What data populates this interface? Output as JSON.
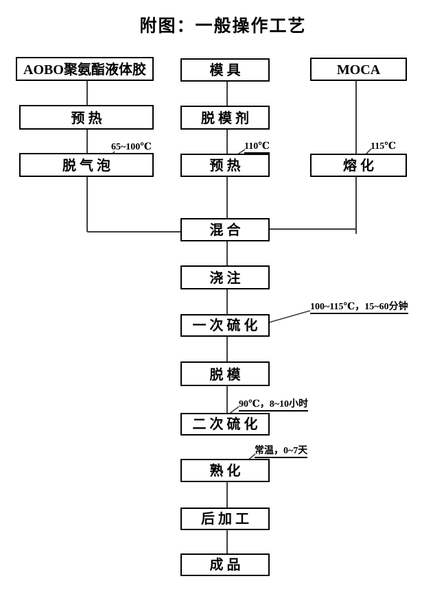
{
  "title": "附图：一般操作工艺",
  "nodes": {
    "material": {
      "label": "AOBO聚氨酯液体胶"
    },
    "preheat_a": {
      "label": "预热"
    },
    "degas": {
      "label": "脱气泡",
      "note": "65~100℃"
    },
    "mold": {
      "label": "模具"
    },
    "release_agent": {
      "label": "脱模剂"
    },
    "preheat_b": {
      "label": "预热",
      "note": "110℃"
    },
    "moca": {
      "label": "MOCA"
    },
    "melt": {
      "label": "熔化",
      "note": "115℃"
    },
    "mix": {
      "label": "混合"
    },
    "pour": {
      "label": "浇注"
    },
    "cure1": {
      "label": "一次硫化",
      "note": "100~115℃，15~60分钟"
    },
    "demold": {
      "label": "脱模"
    },
    "cure2": {
      "label": "二次硫化",
      "note": "90℃，8~10小时"
    },
    "aging": {
      "label": "熟化",
      "note": "常温，0~7天"
    },
    "post_process": {
      "label": "后加工"
    },
    "finished": {
      "label": "成品"
    }
  },
  "colors": {
    "box_border": "#000000",
    "connector": "#3c3c3c",
    "background": "#ffffff"
  }
}
